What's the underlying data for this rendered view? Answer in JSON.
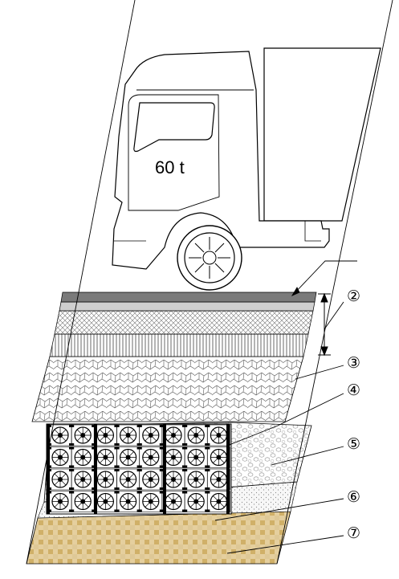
{
  "load_label": "60 t",
  "callouts": [
    "②",
    "③",
    "④",
    "⑤",
    "⑥",
    "⑦"
  ]
}
